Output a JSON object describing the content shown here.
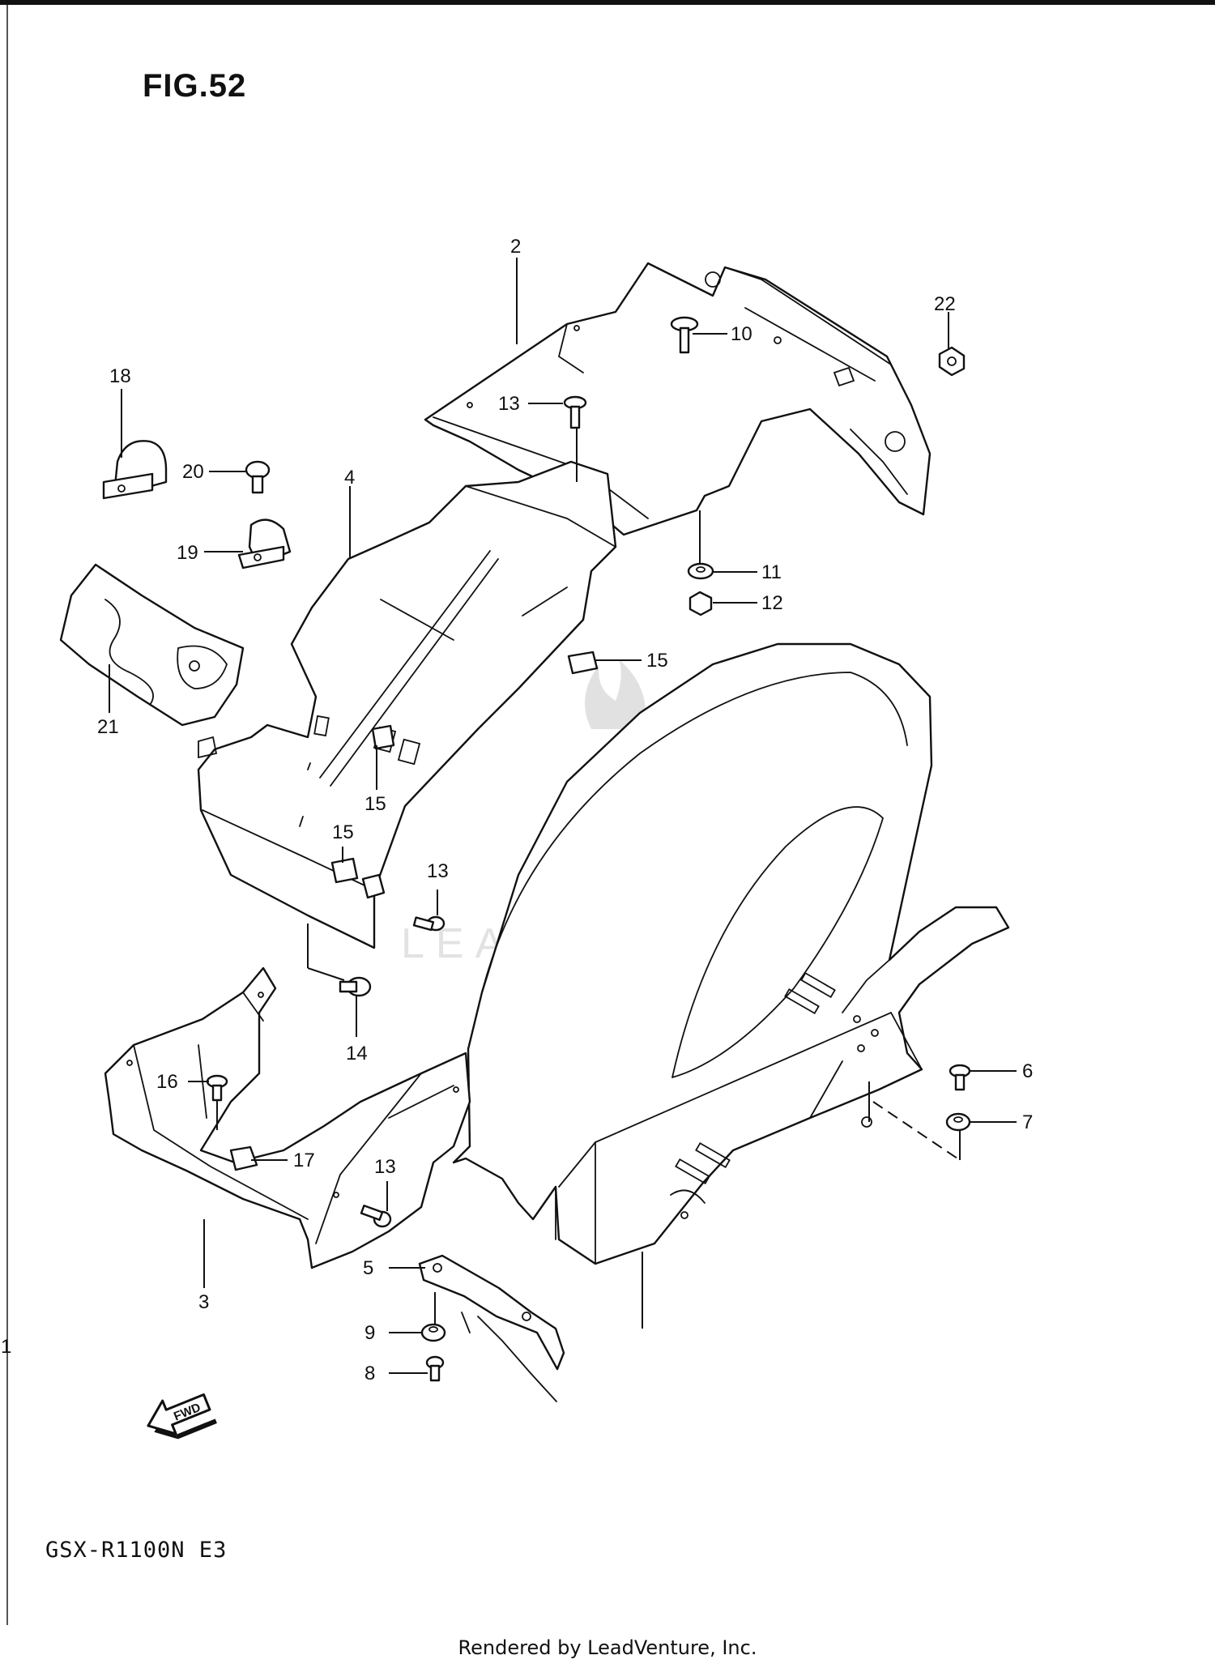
{
  "figure_title": "FIG.52",
  "model_label": "GSX-R1100N E3",
  "footer_text": "Rendered by LeadVenture, Inc.",
  "watermark_text": "LEADVENTURE",
  "fwd_arrow_label": "FWD",
  "callouts": [
    {
      "id": "c1",
      "label": "1"
    },
    {
      "id": "c2",
      "label": "2"
    },
    {
      "id": "c3",
      "label": "3"
    },
    {
      "id": "c4",
      "label": "4"
    },
    {
      "id": "c5",
      "label": "5"
    },
    {
      "id": "c6",
      "label": "6"
    },
    {
      "id": "c7",
      "label": "7"
    },
    {
      "id": "c8",
      "label": "8"
    },
    {
      "id": "c9",
      "label": "9"
    },
    {
      "id": "c10",
      "label": "10"
    },
    {
      "id": "c11",
      "label": "11"
    },
    {
      "id": "c12",
      "label": "12"
    },
    {
      "id": "c13a",
      "label": "13"
    },
    {
      "id": "c13b",
      "label": "13"
    },
    {
      "id": "c13c",
      "label": "13"
    },
    {
      "id": "c14",
      "label": "14"
    },
    {
      "id": "c15a",
      "label": "15"
    },
    {
      "id": "c15b",
      "label": "15"
    },
    {
      "id": "c15c",
      "label": "15"
    },
    {
      "id": "c16",
      "label": "16"
    },
    {
      "id": "c17",
      "label": "17"
    },
    {
      "id": "c18",
      "label": "18"
    },
    {
      "id": "c19",
      "label": "19"
    },
    {
      "id": "c20",
      "label": "20"
    },
    {
      "id": "c21",
      "label": "21"
    },
    {
      "id": "c22",
      "label": "22"
    }
  ]
}
